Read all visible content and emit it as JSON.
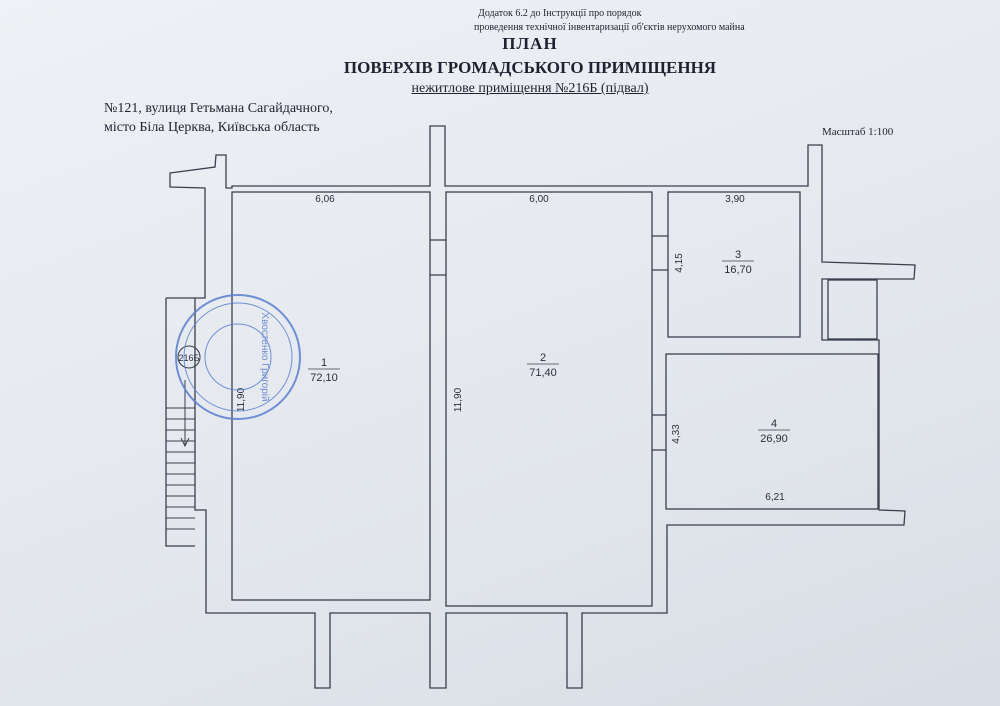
{
  "header": {
    "appendix_line1": "Додаток 6.2 до Інструкції про порядок",
    "appendix_line2": "проведення технічної інвентаризації об'єктів нерухомого майна",
    "title": "ПЛАН",
    "subtitle": "ПОВЕРХІВ ГРОМАДСЬКОГО ПРИМІЩЕННЯ",
    "premises": "нежитлове приміщення №216Б (підвал)"
  },
  "address": {
    "line1": "№121, вулиця Гетьмана Сагайдачного,",
    "line2": "місто Біла Церква, Київська область"
  },
  "scale": "Масштаб 1:100",
  "rooms": [
    {
      "number": "1",
      "area": "72,10",
      "width": "6,06",
      "height": "11,90"
    },
    {
      "number": "2",
      "area": "71,40",
      "width": "6,00",
      "height": "11,90"
    },
    {
      "number": "3",
      "area": "16,70",
      "width": "3,90",
      "height": "4,15"
    },
    {
      "number": "4",
      "area": "26,90",
      "width": "6,21",
      "height": "4,33"
    }
  ],
  "stamp": {
    "label": "216Б",
    "text": "Хвостенко Григорій"
  },
  "colors": {
    "line": "#3a3f4e",
    "stamp": "#5a7fd0"
  }
}
